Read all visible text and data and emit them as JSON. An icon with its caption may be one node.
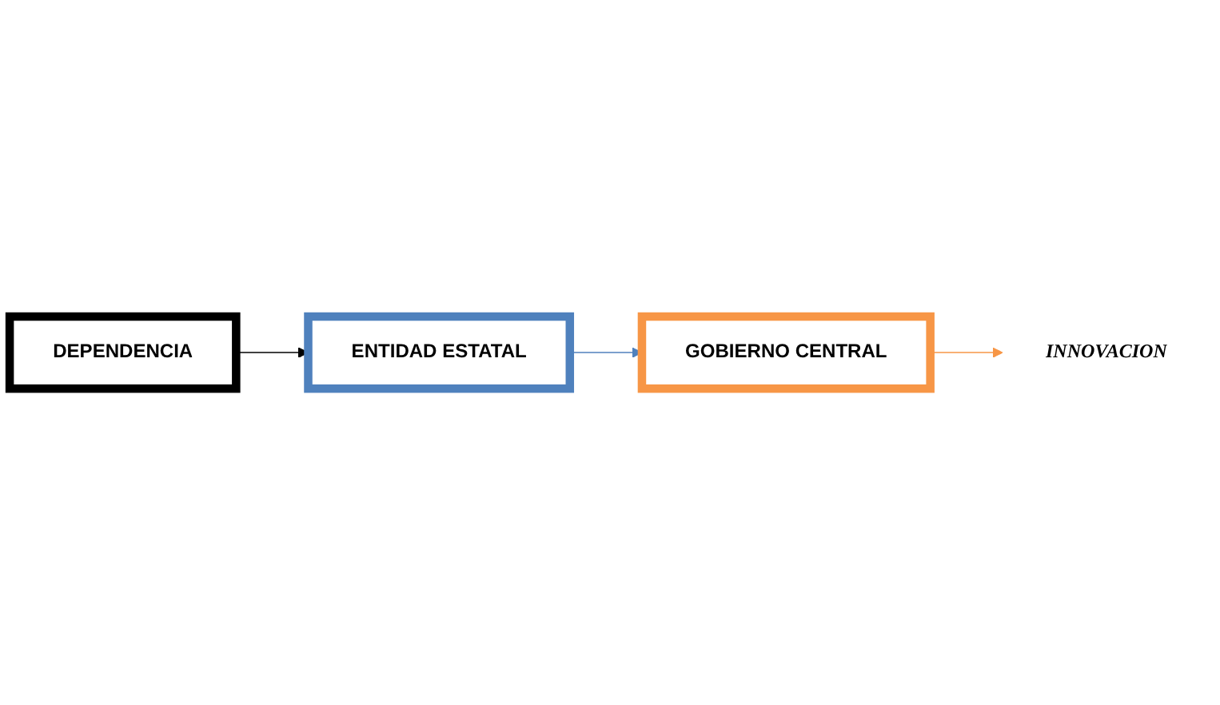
{
  "diagram": {
    "nodes": [
      {
        "text": [
          "DEPENDENCIA"
        ]
      },
      {
        "text": [
          "ENTIDAD ESTATAL"
        ]
      },
      {
        "text": [
          "GOBIERNO CENTRAL"
        ]
      },
      {
        "text": [
          "INNOVACION"
        ]
      }
    ],
    "edges": [
      {
        "from": 0,
        "to": 1,
        "arrow": "to",
        "color": "#000000"
      },
      {
        "from": 1,
        "to": 2,
        "arrow": "to",
        "color": "#4f81bd"
      },
      {
        "from": 2,
        "to": 3,
        "arrow": "to",
        "color": "#f79646"
      }
    ]
  }
}
